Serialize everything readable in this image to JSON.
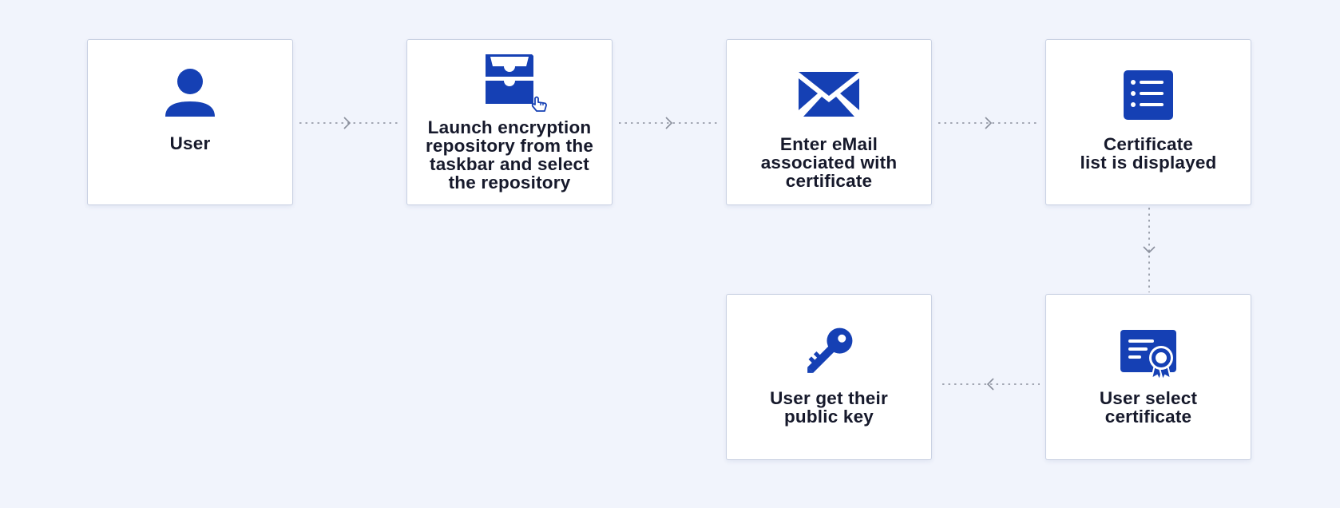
{
  "diagram": {
    "steps": [
      {
        "id": "user",
        "icon": "user-icon",
        "lines": [
          "User"
        ]
      },
      {
        "id": "launch-repository",
        "icon": "inbox-tray-icon",
        "lines": [
          "Launch encryption",
          "repository from the",
          "taskbar and select",
          "the repository"
        ]
      },
      {
        "id": "enter-email",
        "icon": "envelope-icon",
        "lines": [
          "Enter eMail",
          "associated with",
          "certificate"
        ]
      },
      {
        "id": "certificate-list",
        "icon": "list-icon",
        "lines": [
          "Certificate",
          "list is displayed"
        ]
      },
      {
        "id": "select-certificate",
        "icon": "certificate-icon",
        "lines": [
          "User select",
          "certificate"
        ]
      },
      {
        "id": "public-key",
        "icon": "key-icon",
        "lines": [
          "User get their",
          "public key"
        ]
      }
    ],
    "connectors": [
      {
        "from": "user",
        "to": "launch-repository",
        "direction": "right"
      },
      {
        "from": "launch-repository",
        "to": "enter-email",
        "direction": "right"
      },
      {
        "from": "enter-email",
        "to": "certificate-list",
        "direction": "right"
      },
      {
        "from": "certificate-list",
        "to": "select-certificate",
        "direction": "down"
      },
      {
        "from": "select-certificate",
        "to": "public-key",
        "direction": "left"
      }
    ],
    "colors": {
      "background": "#f1f4fc",
      "card": "#ffffff",
      "icon": "#1540b4",
      "text": "#16192b",
      "connector": "#8a8f9c"
    }
  }
}
